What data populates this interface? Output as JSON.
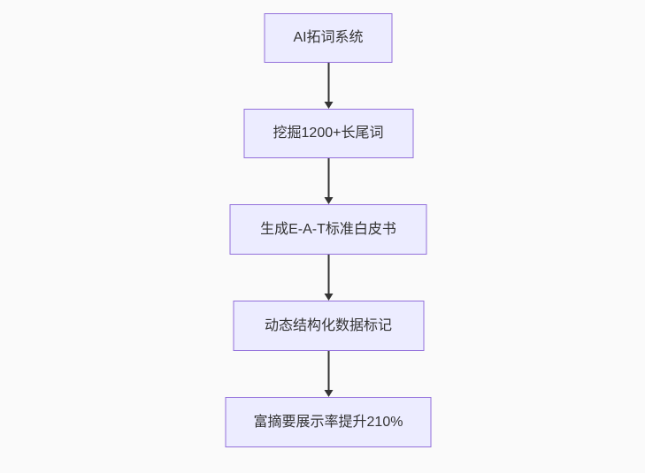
{
  "diagram": {
    "type": "flowchart",
    "direction": "top-to-bottom",
    "nodes": [
      {
        "id": "A",
        "label": "AI拓词系统"
      },
      {
        "id": "B",
        "label": "挖掘1200+长尾词"
      },
      {
        "id": "C",
        "label": "生成E-A-T标准白皮书"
      },
      {
        "id": "D",
        "label": "动态结构化数据标记"
      },
      {
        "id": "E",
        "label": "富摘要展示率提升210%"
      }
    ],
    "edges": [
      {
        "from": "A",
        "to": "B",
        "arrow": "down"
      },
      {
        "from": "B",
        "to": "C",
        "arrow": "down"
      },
      {
        "from": "C",
        "to": "D",
        "arrow": "down"
      },
      {
        "from": "D",
        "to": "E",
        "arrow": "down"
      }
    ],
    "colors": {
      "background": "#fafafa",
      "node_fill": "#ECECFF",
      "node_border": "#9370DB",
      "arrow": "#333333",
      "text": "#333333"
    }
  }
}
